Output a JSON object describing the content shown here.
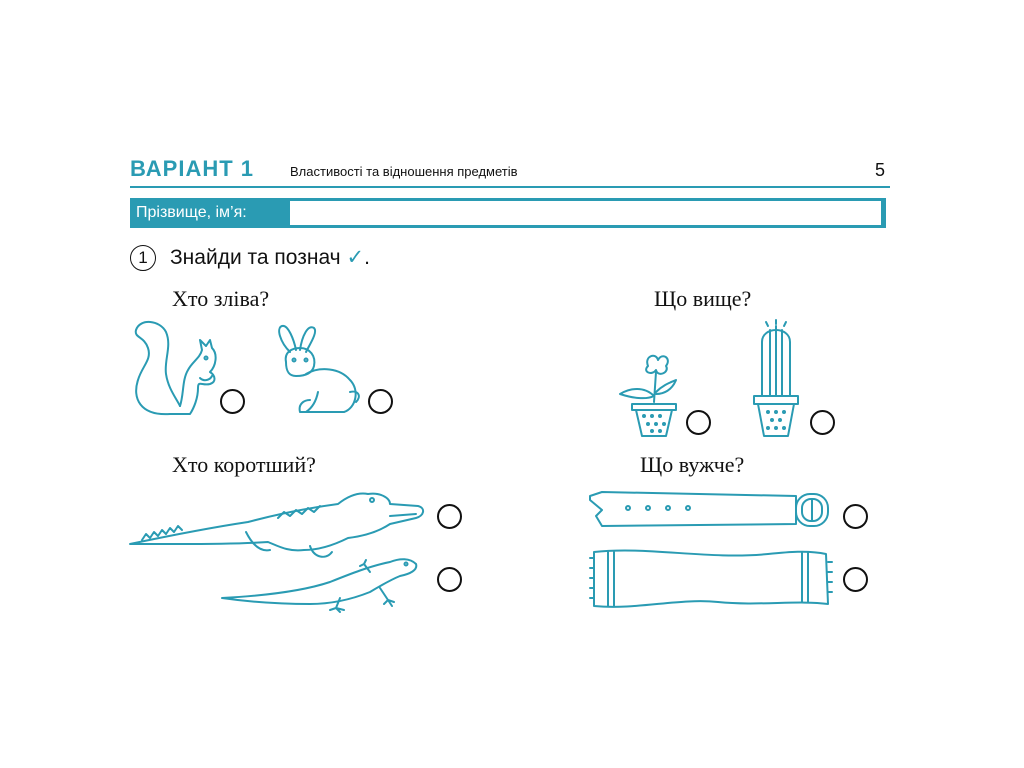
{
  "header": {
    "variant": "ВАРІАНТ 1",
    "topic": "Властивості та відношення предметів",
    "page_number": "5"
  },
  "name_bar": {
    "label": "Прізвище, ім’я:",
    "value": ""
  },
  "task": {
    "number": "1",
    "title": "Знайди та познач",
    "check_mark": "✓",
    "period": "."
  },
  "questions": [
    {
      "text": "Хто зліва?",
      "items": [
        "squirrel",
        "rabbit"
      ]
    },
    {
      "text": "Що вище?",
      "items": [
        "flower-pot",
        "cactus-pot"
      ]
    },
    {
      "text": "Хто коротший?",
      "items": [
        "crocodile",
        "lizard"
      ]
    },
    {
      "text": "Що вужче?",
      "items": [
        "belt",
        "scarf"
      ]
    }
  ],
  "colors": {
    "accent": "#2a9bb3",
    "text": "#111111"
  }
}
